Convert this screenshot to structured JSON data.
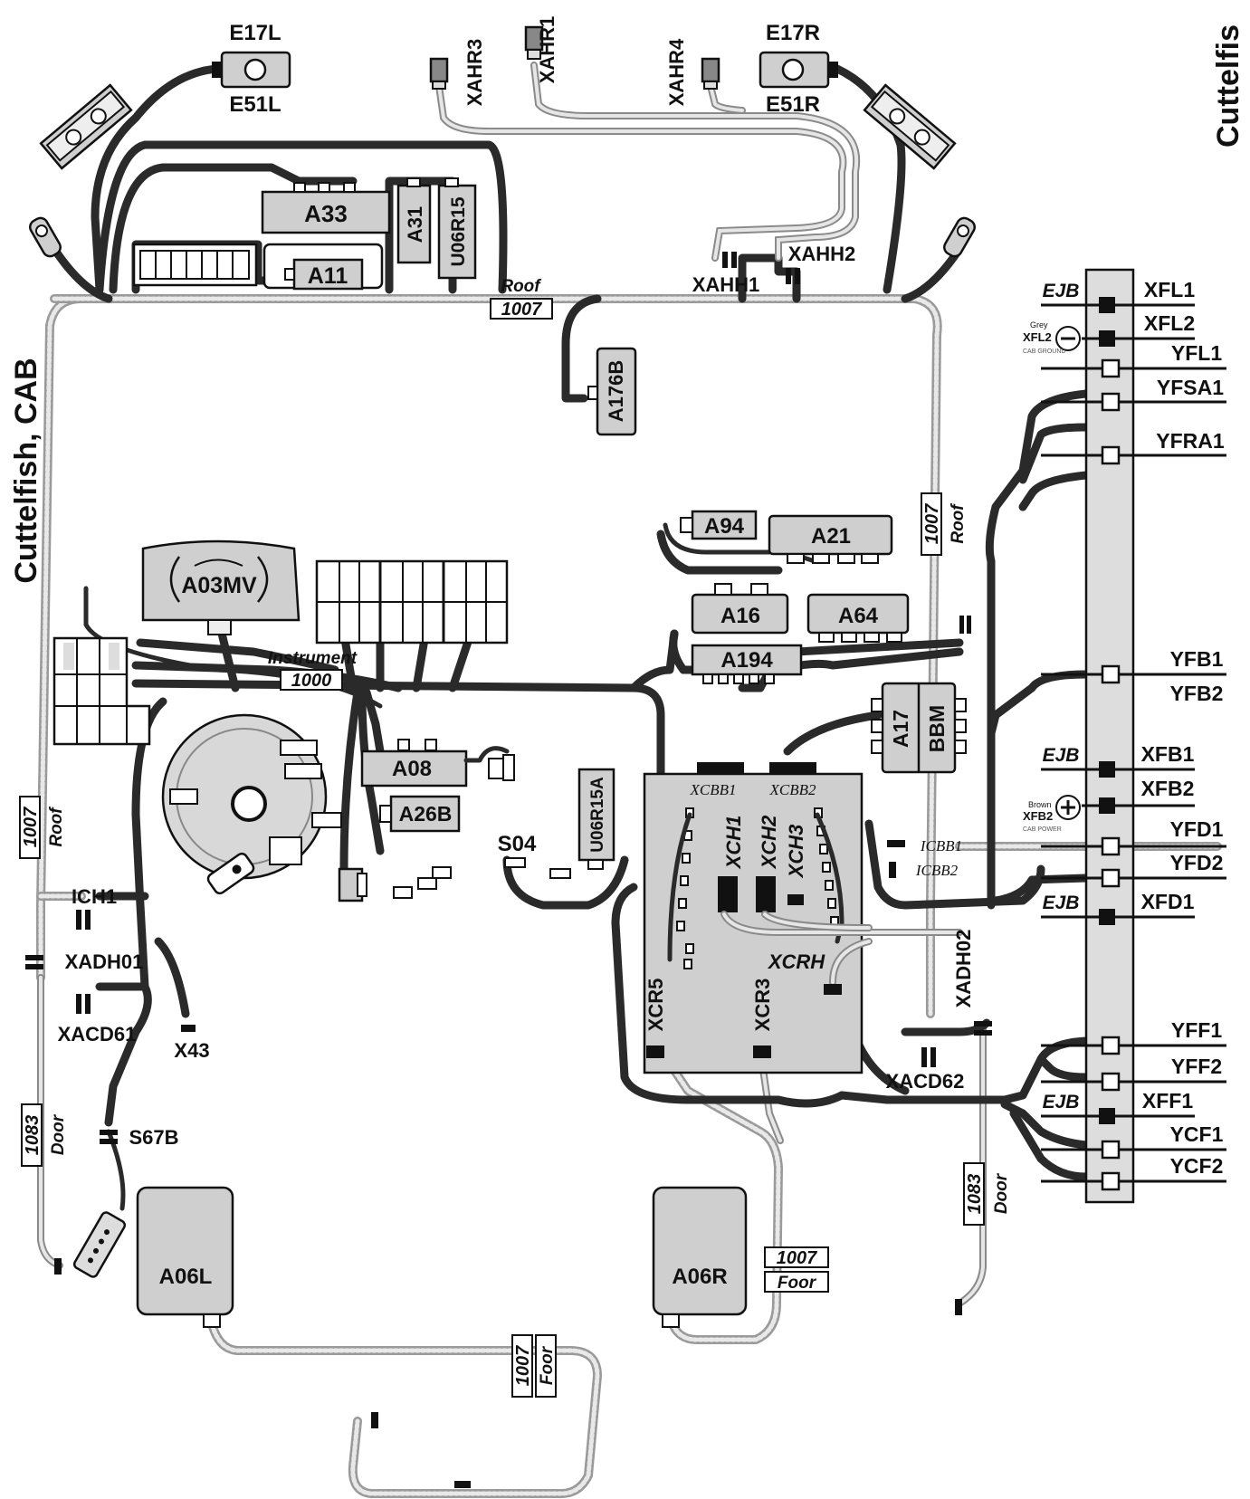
{
  "title_left": "Cuttelfish, CAB",
  "title_right": "Cuttelfis",
  "lamps": {
    "e17l": "E17L",
    "e51l": "E51L",
    "e17r": "E17R",
    "e51r": "E51R"
  },
  "antennas": {
    "xahr1": "XAHR1",
    "xahr3": "XAHR3",
    "xahr4": "XAHR4"
  },
  "modules": {
    "a33": "A33",
    "a31": "A31",
    "u06r15": "U06R15",
    "a11": "A11",
    "a176b": "A176B",
    "a03mv": "A03MV",
    "a94": "A94",
    "a21": "A21",
    "a16": "A16",
    "a64": "A64",
    "a194": "A194",
    "a17": "A17",
    "bbm": "BBM",
    "a08": "A08",
    "a26b": "A26B",
    "u06r15a": "U06R15A",
    "a06l": "A06L",
    "a06r": "A06R"
  },
  "connectors": {
    "xahh1": "XAHH1",
    "xahh2": "XAHH2",
    "s04": "S04",
    "ich1": "ICH1",
    "xadh01": "XADH01",
    "xacd61": "XACD61",
    "x43": "X43",
    "s67b": "S67B",
    "xadh02": "XADH02",
    "xacd62": "XACD62",
    "icbb1": "ICBB1",
    "icbb2": "ICBB2",
    "xcbb1": "XCBB1",
    "xcbb2": "XCBB2",
    "xch1": "XCH1",
    "xch2": "XCH2",
    "xch3": "XCH3",
    "xcrh": "XCRH",
    "xcr5": "XCR5",
    "xcr3": "XCR3"
  },
  "harness": {
    "roof_number": "1007",
    "roof_label": "Roof",
    "instrument_number": "1000",
    "instrument_label": "Instrument",
    "door_number": "1083",
    "door_label": "Door",
    "floor_number": "1007",
    "floor_label": "Foor"
  },
  "strip": {
    "ejb": "EJB",
    "xfl1": "XFL1",
    "xfl2": "XFL2",
    "yfl1": "YFL1",
    "yfsa1": "YFSA1",
    "yfra1": "YFRA1",
    "yfb1": "YFB1",
    "yfb2": "YFB2",
    "xfb1": "XFB1",
    "xfb2": "XFB2",
    "yfd1": "YFD1",
    "yfd2": "YFD2",
    "xfd1": "XFD1",
    "yff1": "YFF1",
    "yff2": "YFF2",
    "xff1": "XFF1",
    "ycf1": "YCF1",
    "ycf2": "YCF2"
  },
  "ground": {
    "color": "Grey",
    "name": "XFL2",
    "desc": "CAB GROUND"
  },
  "power": {
    "color": "Brown",
    "name": "XFB2",
    "desc": "CAB POWER"
  }
}
